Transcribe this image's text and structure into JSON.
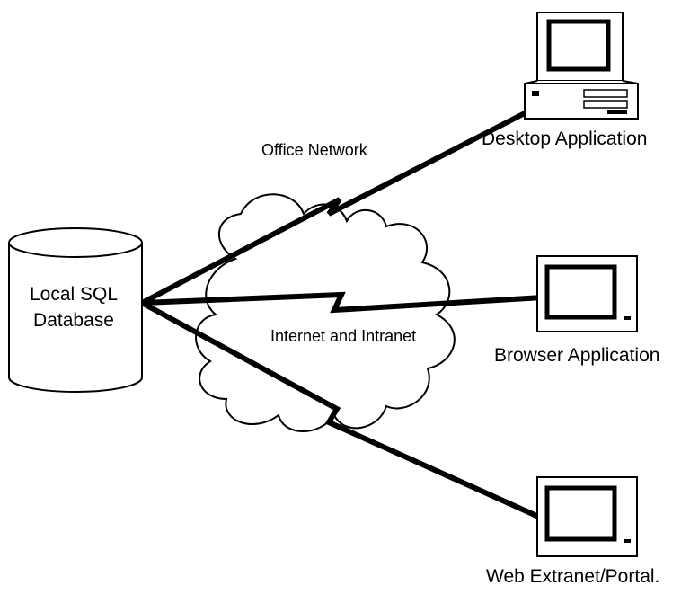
{
  "colors": {
    "stroke": "#000000",
    "background": "#ffffff"
  },
  "database": {
    "line1": "Local SQL",
    "line2": "Database"
  },
  "cloud": {
    "label": "Internet and Intranet"
  },
  "links": {
    "office_network": "Office Network"
  },
  "clients": {
    "desktop": {
      "label": "Desktop Application",
      "icon": "desktop-computer-icon"
    },
    "browser": {
      "label": "Browser Application",
      "icon": "monitor-icon"
    },
    "web": {
      "label": "Web Extranet/Portal.",
      "icon": "monitor-icon"
    }
  }
}
